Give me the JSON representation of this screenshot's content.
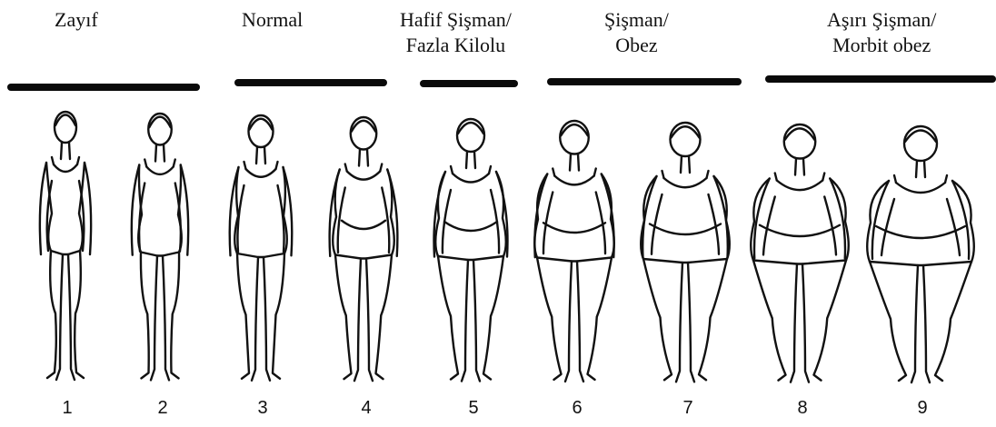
{
  "categories": [
    {
      "lines": [
        "Zayıf"
      ]
    },
    {
      "lines": [
        "Normal"
      ]
    },
    {
      "lines": [
        "Hafif Şişman/",
        "Fazla Kilolu"
      ]
    },
    {
      "lines": [
        "Şişman/",
        "Obez"
      ]
    },
    {
      "lines": [
        "Aşırı Şişman/",
        "Morbit obez"
      ]
    }
  ],
  "figures": [
    {
      "number": "1",
      "level": 1
    },
    {
      "number": "2",
      "level": 2
    },
    {
      "number": "3",
      "level": 3
    },
    {
      "number": "4",
      "level": 4
    },
    {
      "number": "5",
      "level": 5
    },
    {
      "number": "6",
      "level": 6
    },
    {
      "number": "7",
      "level": 7
    },
    {
      "number": "8",
      "level": 8
    },
    {
      "number": "9",
      "level": 9
    }
  ],
  "colors": {
    "ink": "#111111",
    "bar": "#0a0a0a",
    "background": "#ffffff"
  }
}
